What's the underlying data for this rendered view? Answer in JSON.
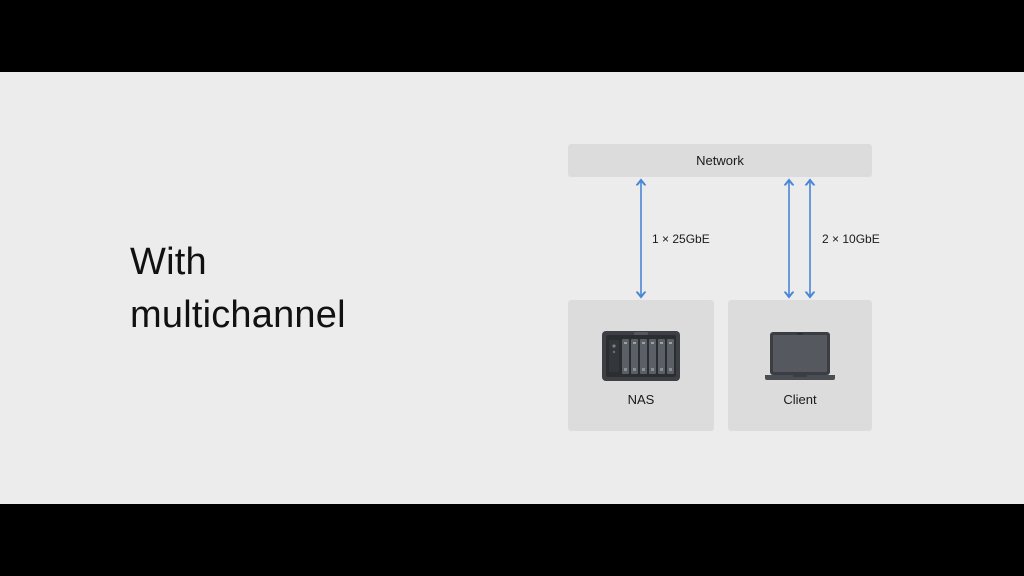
{
  "slide": {
    "heading_line1": "With",
    "heading_line2": "multichannel"
  },
  "diagram": {
    "network_label": "Network",
    "nas_label": "NAS",
    "client_label": "Client",
    "links": [
      {
        "label": "1 × 25GbE",
        "count": 1
      },
      {
        "label": "2 × 10GbE",
        "count": 2
      }
    ]
  },
  "colors": {
    "arrow": "#4a86d8",
    "box": "#dcdcdc",
    "background": "#ececec"
  },
  "icons": {
    "nas": "nas-device-icon",
    "client": "laptop-icon"
  }
}
